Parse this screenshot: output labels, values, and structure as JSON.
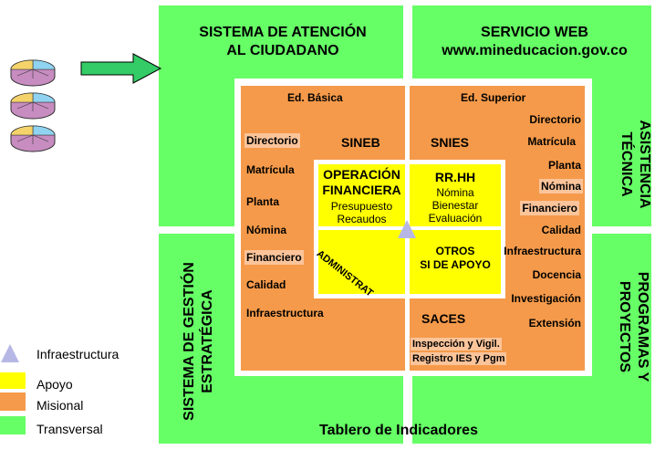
{
  "quadrants": {
    "top_left": [
      "SISTEMA DE ATENCIÓN",
      "AL CIUDADANO"
    ],
    "top_right": [
      "SERVICIO WEB",
      "www.mineducacion.gov.co"
    ],
    "right_top": [
      "ASISTENCIA",
      "TÉCNICA"
    ],
    "right_bottom": [
      "PROGRAMAS Y",
      "PROYECTOS"
    ],
    "left_bottom": [
      "SISTEMA DE GESTIÓN",
      "ESTRATÉGICA"
    ],
    "bottom": "Tablero de Indicadores"
  },
  "basica": {
    "heading": "Ed. Básica",
    "system": "SINEB",
    "items": [
      "Directorio",
      "Matrícula",
      "Planta",
      "Nómina",
      "Financiero",
      "Calidad",
      "Infraestructura"
    ]
  },
  "superior": {
    "heading": "Ed. Superior",
    "system": "SNIES",
    "items": [
      "Directorio",
      "Matrícula",
      "Planta",
      "Nómina",
      "Financiero",
      "Calidad",
      "Infraestructura",
      "Docencia",
      "Investigación",
      "Extensión"
    ],
    "saces": "SACES",
    "saces_items": [
      "Inspección y Vigil.",
      "Registro IES y Pgm"
    ]
  },
  "center": {
    "operacion": [
      "OPERACIÓN",
      "FINANCIERA"
    ],
    "operacion_sub": [
      "Presupuesto",
      "Recaudos"
    ],
    "administrat": "ADMINISTRAT",
    "rrhh": "RR.HH",
    "rrhh_sub": [
      "Nómina",
      "Bienestar",
      "Evaluación"
    ],
    "otros": [
      "OTROS",
      "SI DE APOYO"
    ]
  },
  "legend": [
    {
      "label": "Infraestructura",
      "swatch": "triangle",
      "color": "#b7b7e6"
    },
    {
      "label": "Apoyo",
      "swatch": "box",
      "color": "#ffff00"
    },
    {
      "label": "Misional",
      "swatch": "box",
      "color": "#f59a4a"
    },
    {
      "label": "Transversal",
      "swatch": "box",
      "color": "#66ff66"
    }
  ],
  "colors": {
    "transversal": "#66ff66",
    "misional": "#f59a4a",
    "apoyo": "#ffff00",
    "infraestructura": "#b7b7e6",
    "arrow": "#33cc66"
  }
}
